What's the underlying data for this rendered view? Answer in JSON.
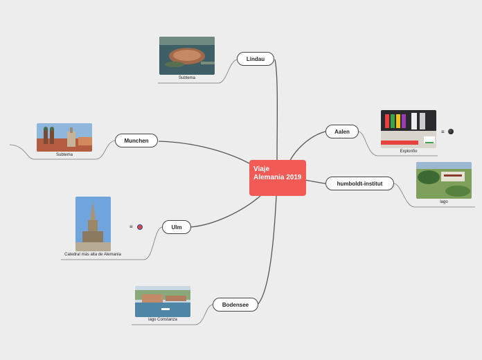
{
  "central": {
    "title": "Viaje Alemania 2019"
  },
  "topics": [
    {
      "label": "Lindau",
      "subtopic": "Subtema"
    },
    {
      "label": "Munchen",
      "subtopic": "Subtema"
    },
    {
      "label": "Ulm",
      "subtopic": "Catedral más alta de Alemania"
    },
    {
      "label": "Bodensee",
      "subtopic": "lago Constanza"
    },
    {
      "label": "Aalen",
      "subtopic": "Exploriño"
    },
    {
      "label": "humboldt-institut",
      "subtopic": "lago"
    }
  ],
  "icons": [
    "notes-icon",
    "globe-icon",
    "notes-icon",
    "flag-icon"
  ],
  "colors": {
    "central": "#f25b55",
    "background": "#ededed",
    "line": "#555555"
  }
}
